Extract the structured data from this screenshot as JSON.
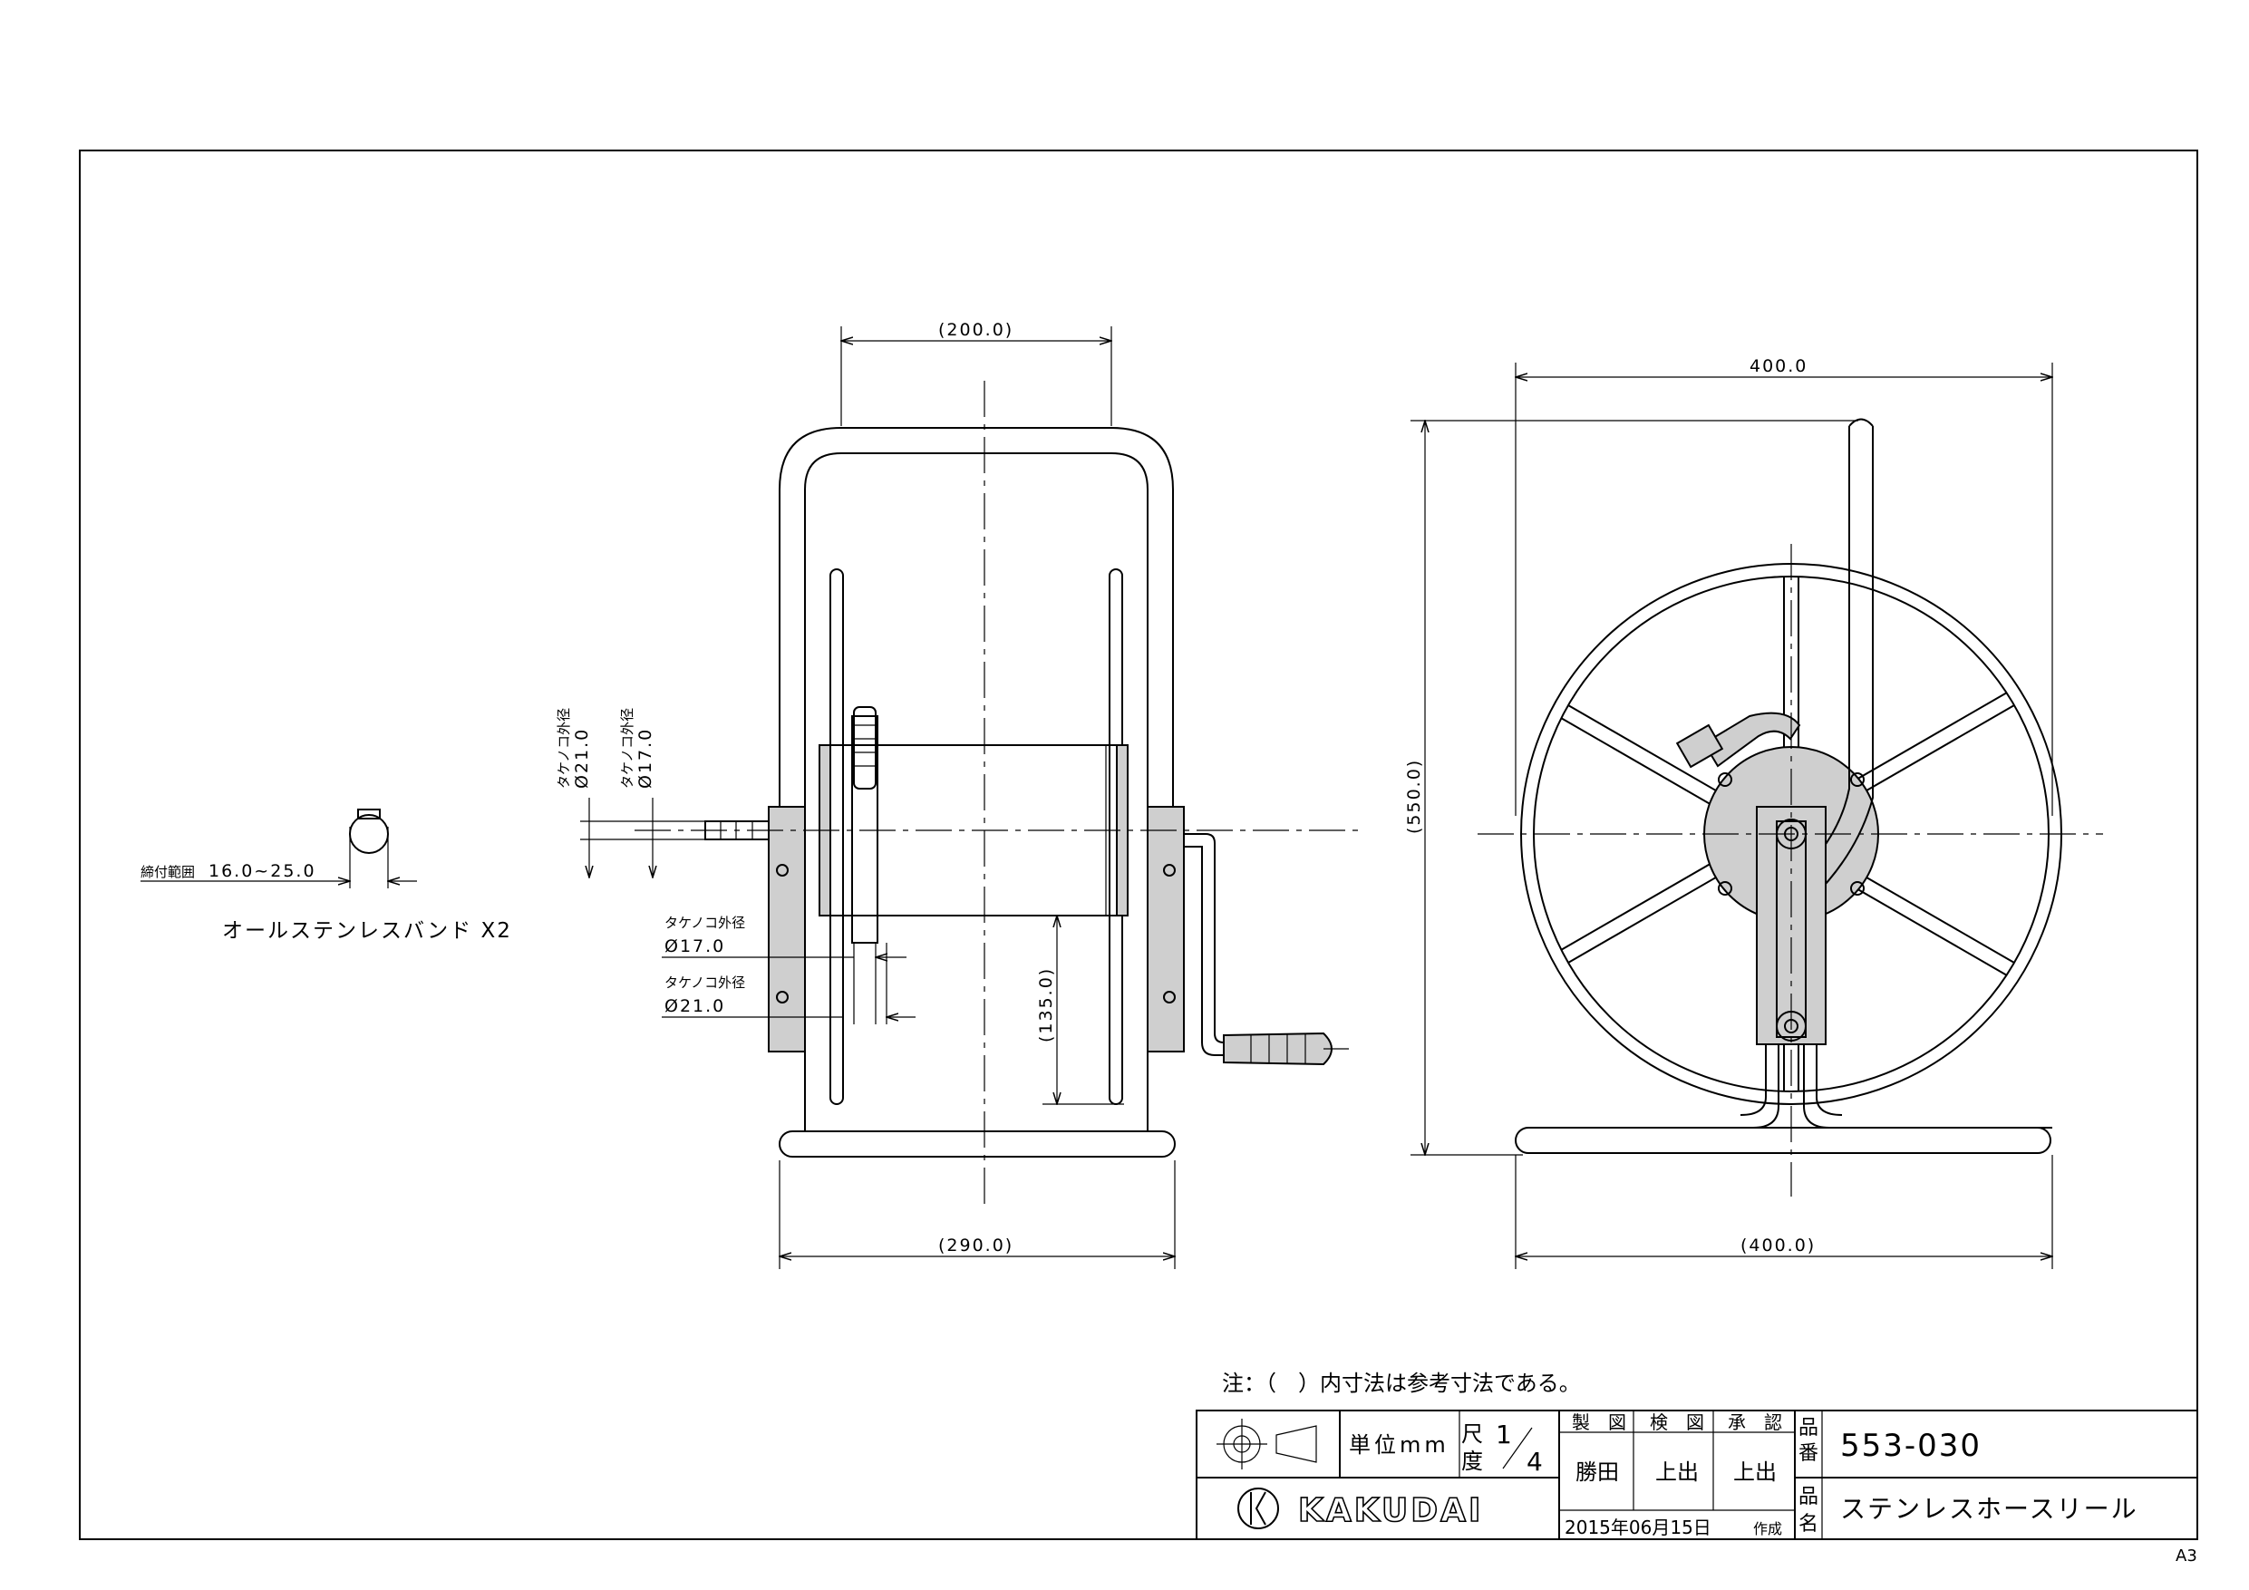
{
  "sheet": {
    "size": "A3"
  },
  "band": {
    "range_label": "締付範囲",
    "range_value": "16.0~25.0",
    "caption": "オールステンレスバンド  X2"
  },
  "front_view": {
    "top_width": "(200.0)",
    "bottom_width": "(290.0)",
    "height_135": "(135.0)",
    "nozzle_label": "タケノコ外径",
    "nozzle_d21": "Ø21.0",
    "nozzle_d17": "Ø17.0",
    "hub_label_1": "タケノコ外径",
    "hub_d17": "Ø17.0",
    "hub_label_2": "タケノコ外径",
    "hub_d21": "Ø21.0"
  },
  "side_view": {
    "top_width": "400.0",
    "bottom_width": "(400.0)",
    "height": "(550.0)"
  },
  "note": "注：（　）内寸法は参考寸法である。",
  "title_block": {
    "unit_label": "単位mm",
    "scale_label_1": "尺",
    "scale_label_2": "度",
    "scale_num": "1",
    "scale_den": "4",
    "drawn_header": "製　図",
    "checked_header": "検　図",
    "approved_header": "承　認",
    "drawn_by": "勝田",
    "checked_by": "上出",
    "approved_by": "上出",
    "date": "2015年06月15日",
    "created": "作成",
    "part_no_label_1": "品",
    "part_no_label_2": "番",
    "part_no": "553-030",
    "part_name_label_1": "品",
    "part_name_label_2": "名",
    "part_name": "ステンレスホースリール",
    "brand": "KAKUDAI"
  }
}
